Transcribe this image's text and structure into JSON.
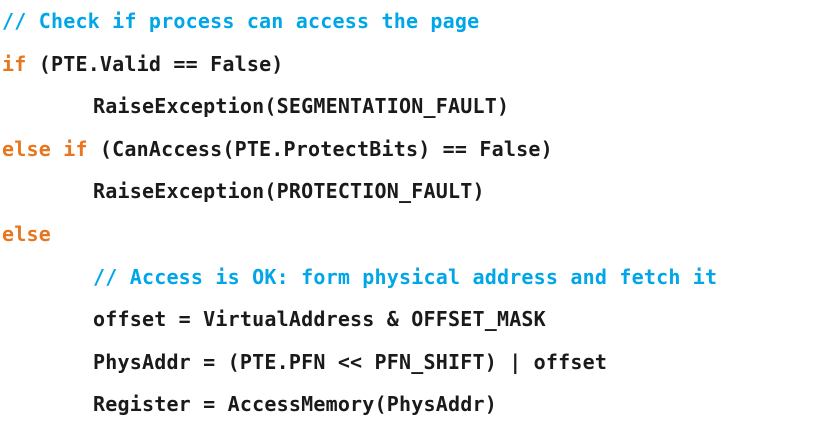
{
  "document": {
    "kind": "code-snippet",
    "language": "pseudocode",
    "background_color": "#ffffff",
    "colors": {
      "comment": "#00a6e8",
      "keyword": "#e8761e",
      "plain": "#1a1a1a"
    }
  },
  "code": {
    "lines": [
      {
        "id": "line-1",
        "indent": false,
        "tokens": [
          {
            "type": "comment",
            "text": "// Check if process can access the page"
          }
        ]
      },
      {
        "id": "line-2",
        "indent": false,
        "tokens": [
          {
            "type": "keyword",
            "text": "if"
          },
          {
            "type": "plain",
            "text": " (PTE.Valid == False)"
          }
        ]
      },
      {
        "id": "line-3",
        "indent": true,
        "tokens": [
          {
            "type": "plain",
            "text": "RaiseException(SEGMENTATION_FAULT)"
          }
        ]
      },
      {
        "id": "line-4",
        "indent": false,
        "tokens": [
          {
            "type": "keyword",
            "text": "else if"
          },
          {
            "type": "plain",
            "text": " (CanAccess(PTE.ProtectBits) == False)"
          }
        ]
      },
      {
        "id": "line-5",
        "indent": true,
        "tokens": [
          {
            "type": "plain",
            "text": "RaiseException(PROTECTION_FAULT)"
          }
        ]
      },
      {
        "id": "line-6",
        "indent": false,
        "tokens": [
          {
            "type": "keyword",
            "text": "else"
          }
        ]
      },
      {
        "id": "line-7",
        "indent": true,
        "tokens": [
          {
            "type": "comment",
            "text": "// Access is OK: form physical address and fetch it"
          }
        ]
      },
      {
        "id": "line-8",
        "indent": true,
        "tokens": [
          {
            "type": "plain",
            "text": "offset = VirtualAddress & OFFSET_MASK"
          }
        ]
      },
      {
        "id": "line-9",
        "indent": true,
        "tokens": [
          {
            "type": "plain",
            "text": "PhysAddr = (PTE.PFN << PFN_SHIFT) | offset"
          }
        ]
      },
      {
        "id": "line-10",
        "indent": true,
        "tokens": [
          {
            "type": "plain",
            "text": "Register = AccessMemory(PhysAddr)"
          }
        ]
      }
    ]
  }
}
